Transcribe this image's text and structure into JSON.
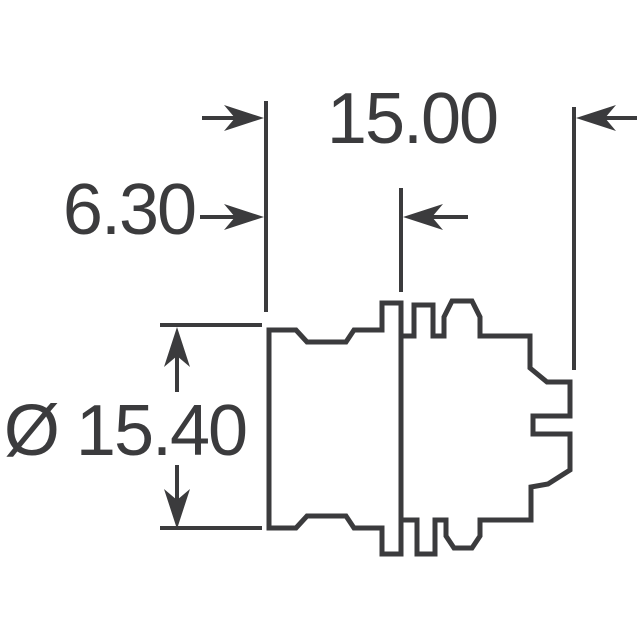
{
  "drawing": {
    "description": "Mechanical side-view technical drawing with dimension callouts",
    "background_color": "#ffffff",
    "line_color": "#3b3b3d",
    "labels": {
      "dim_top": {
        "text": "15.00",
        "value": 15.0
      },
      "dim_left": {
        "text": "6.30",
        "value": 6.3
      },
      "dim_diameter": {
        "text": "Ø 15.40",
        "value": 15.4,
        "symbol": "Ø"
      }
    }
  }
}
